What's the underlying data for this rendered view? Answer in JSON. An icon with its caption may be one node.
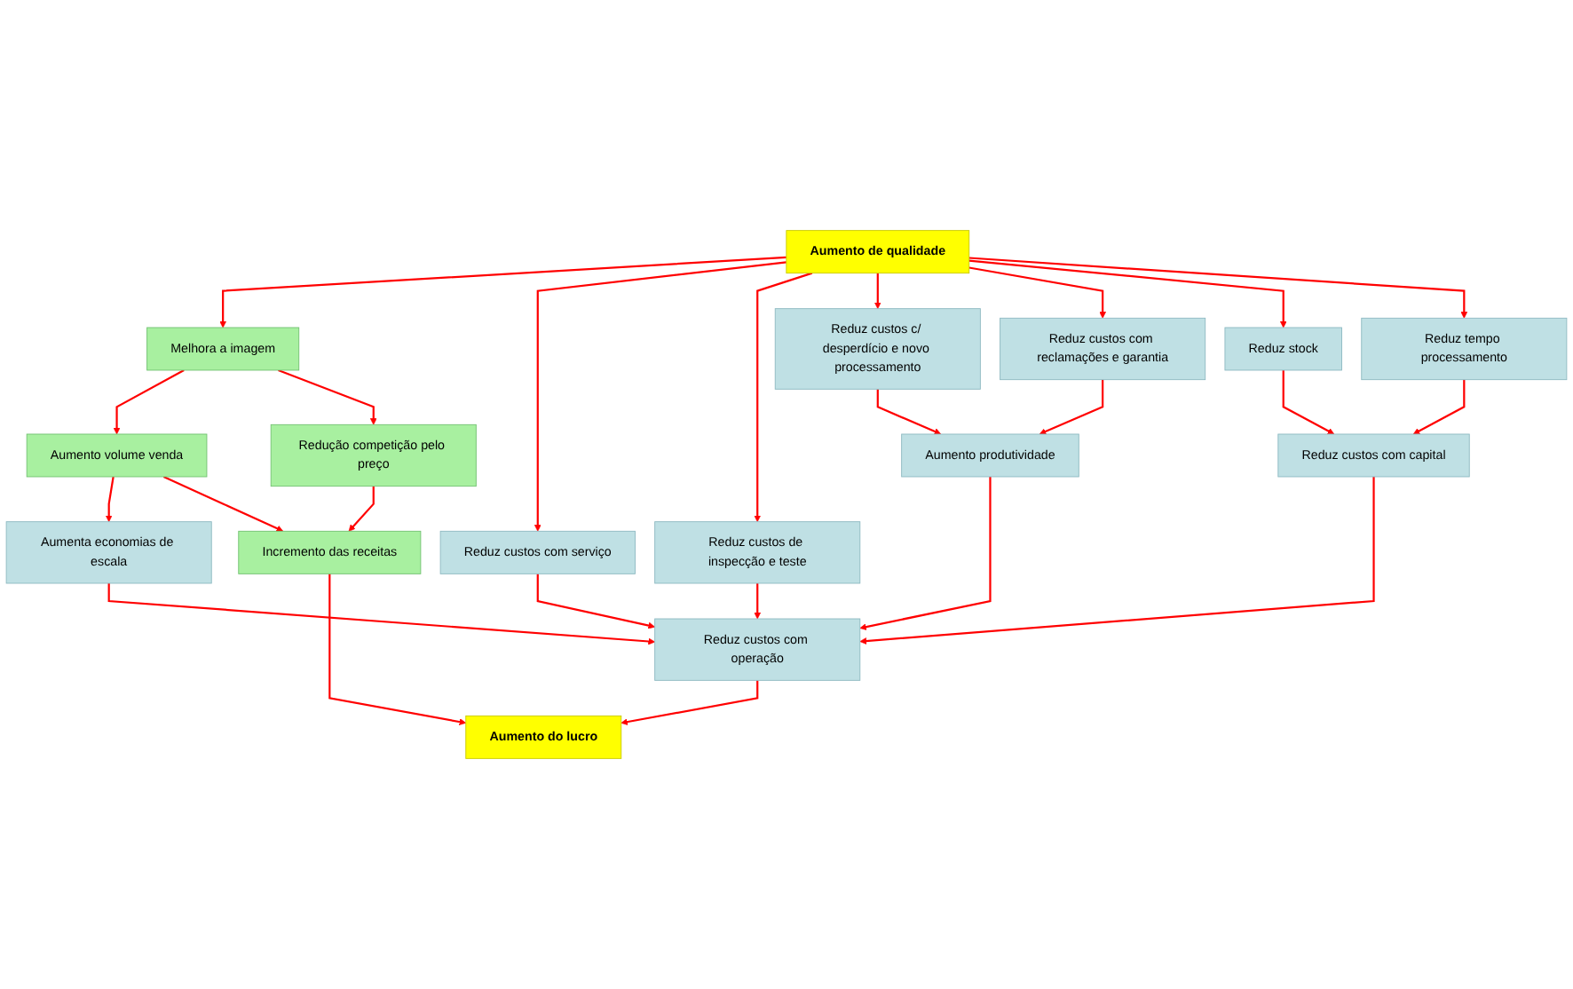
{
  "diagram": {
    "nodes": [
      {
        "text": [
          "Aumento de qualidade"
        ]
      },
      {
        "text": [
          "Melhora a imagem"
        ]
      },
      {
        "text": [
          "Reduz custos com serviço"
        ]
      },
      {
        "text": [
          "Reduz custos de inspecção e teste"
        ]
      },
      {
        "text": [
          "Reduz custos c/ desperdício e novo processamento"
        ]
      },
      {
        "text": [
          "Reduz tempo processamento"
        ]
      },
      {
        "text": [
          "Reduz stock"
        ]
      },
      {
        "text": [
          "Aumento volume venda"
        ]
      },
      {
        "text": [
          "Reduz custos com reclamações e garantia"
        ]
      },
      {
        "text": [
          "Reduz custos com capital"
        ]
      },
      {
        "text": [
          "Redução competição pelo preço"
        ]
      },
      {
        "text": [
          "Aumenta economias de escala"
        ]
      },
      {
        "text": [
          "Aumento produtividade"
        ]
      },
      {
        "text": [
          "Incremento das receitas"
        ]
      },
      {
        "text": [
          "Reduz custos com operação"
        ]
      },
      {
        "text": [
          "Aumento do lucro"
        ]
      }
    ],
    "edges": [
      {
        "from": 0,
        "to": 1,
        "arrow": "to"
      },
      {
        "from": 0,
        "to": 2,
        "arrow": "to"
      },
      {
        "from": 0,
        "to": 3,
        "arrow": "to"
      },
      {
        "from": 0,
        "to": 4,
        "arrow": "to"
      },
      {
        "from": 0,
        "to": 8,
        "arrow": "to"
      },
      {
        "from": 0,
        "to": 6,
        "arrow": "to"
      },
      {
        "from": 0,
        "to": 5,
        "arrow": "to"
      },
      {
        "from": 1,
        "to": 7,
        "arrow": "to"
      },
      {
        "from": 1,
        "to": 10,
        "arrow": "to"
      },
      {
        "from": 7,
        "to": 11,
        "arrow": "to"
      },
      {
        "from": 7,
        "to": 13,
        "arrow": "to"
      },
      {
        "from": 10,
        "to": 13,
        "arrow": "to"
      },
      {
        "from": 2,
        "to": 14,
        "arrow": "to"
      },
      {
        "from": 3,
        "to": 14,
        "arrow": "to"
      },
      {
        "from": 4,
        "to": 12,
        "arrow": "to"
      },
      {
        "from": 8,
        "to": 12,
        "arrow": "to"
      },
      {
        "from": 6,
        "to": 9,
        "arrow": "to"
      },
      {
        "from": 5,
        "to": 9,
        "arrow": "to"
      },
      {
        "from": 11,
        "to": 14,
        "arrow": "to"
      },
      {
        "from": 12,
        "to": 14,
        "arrow": "to"
      },
      {
        "from": 9,
        "to": 14,
        "arrow": "to"
      },
      {
        "from": 13,
        "to": 15,
        "arrow": "to"
      },
      {
        "from": 14,
        "to": 15,
        "arrow": "to"
      }
    ]
  }
}
